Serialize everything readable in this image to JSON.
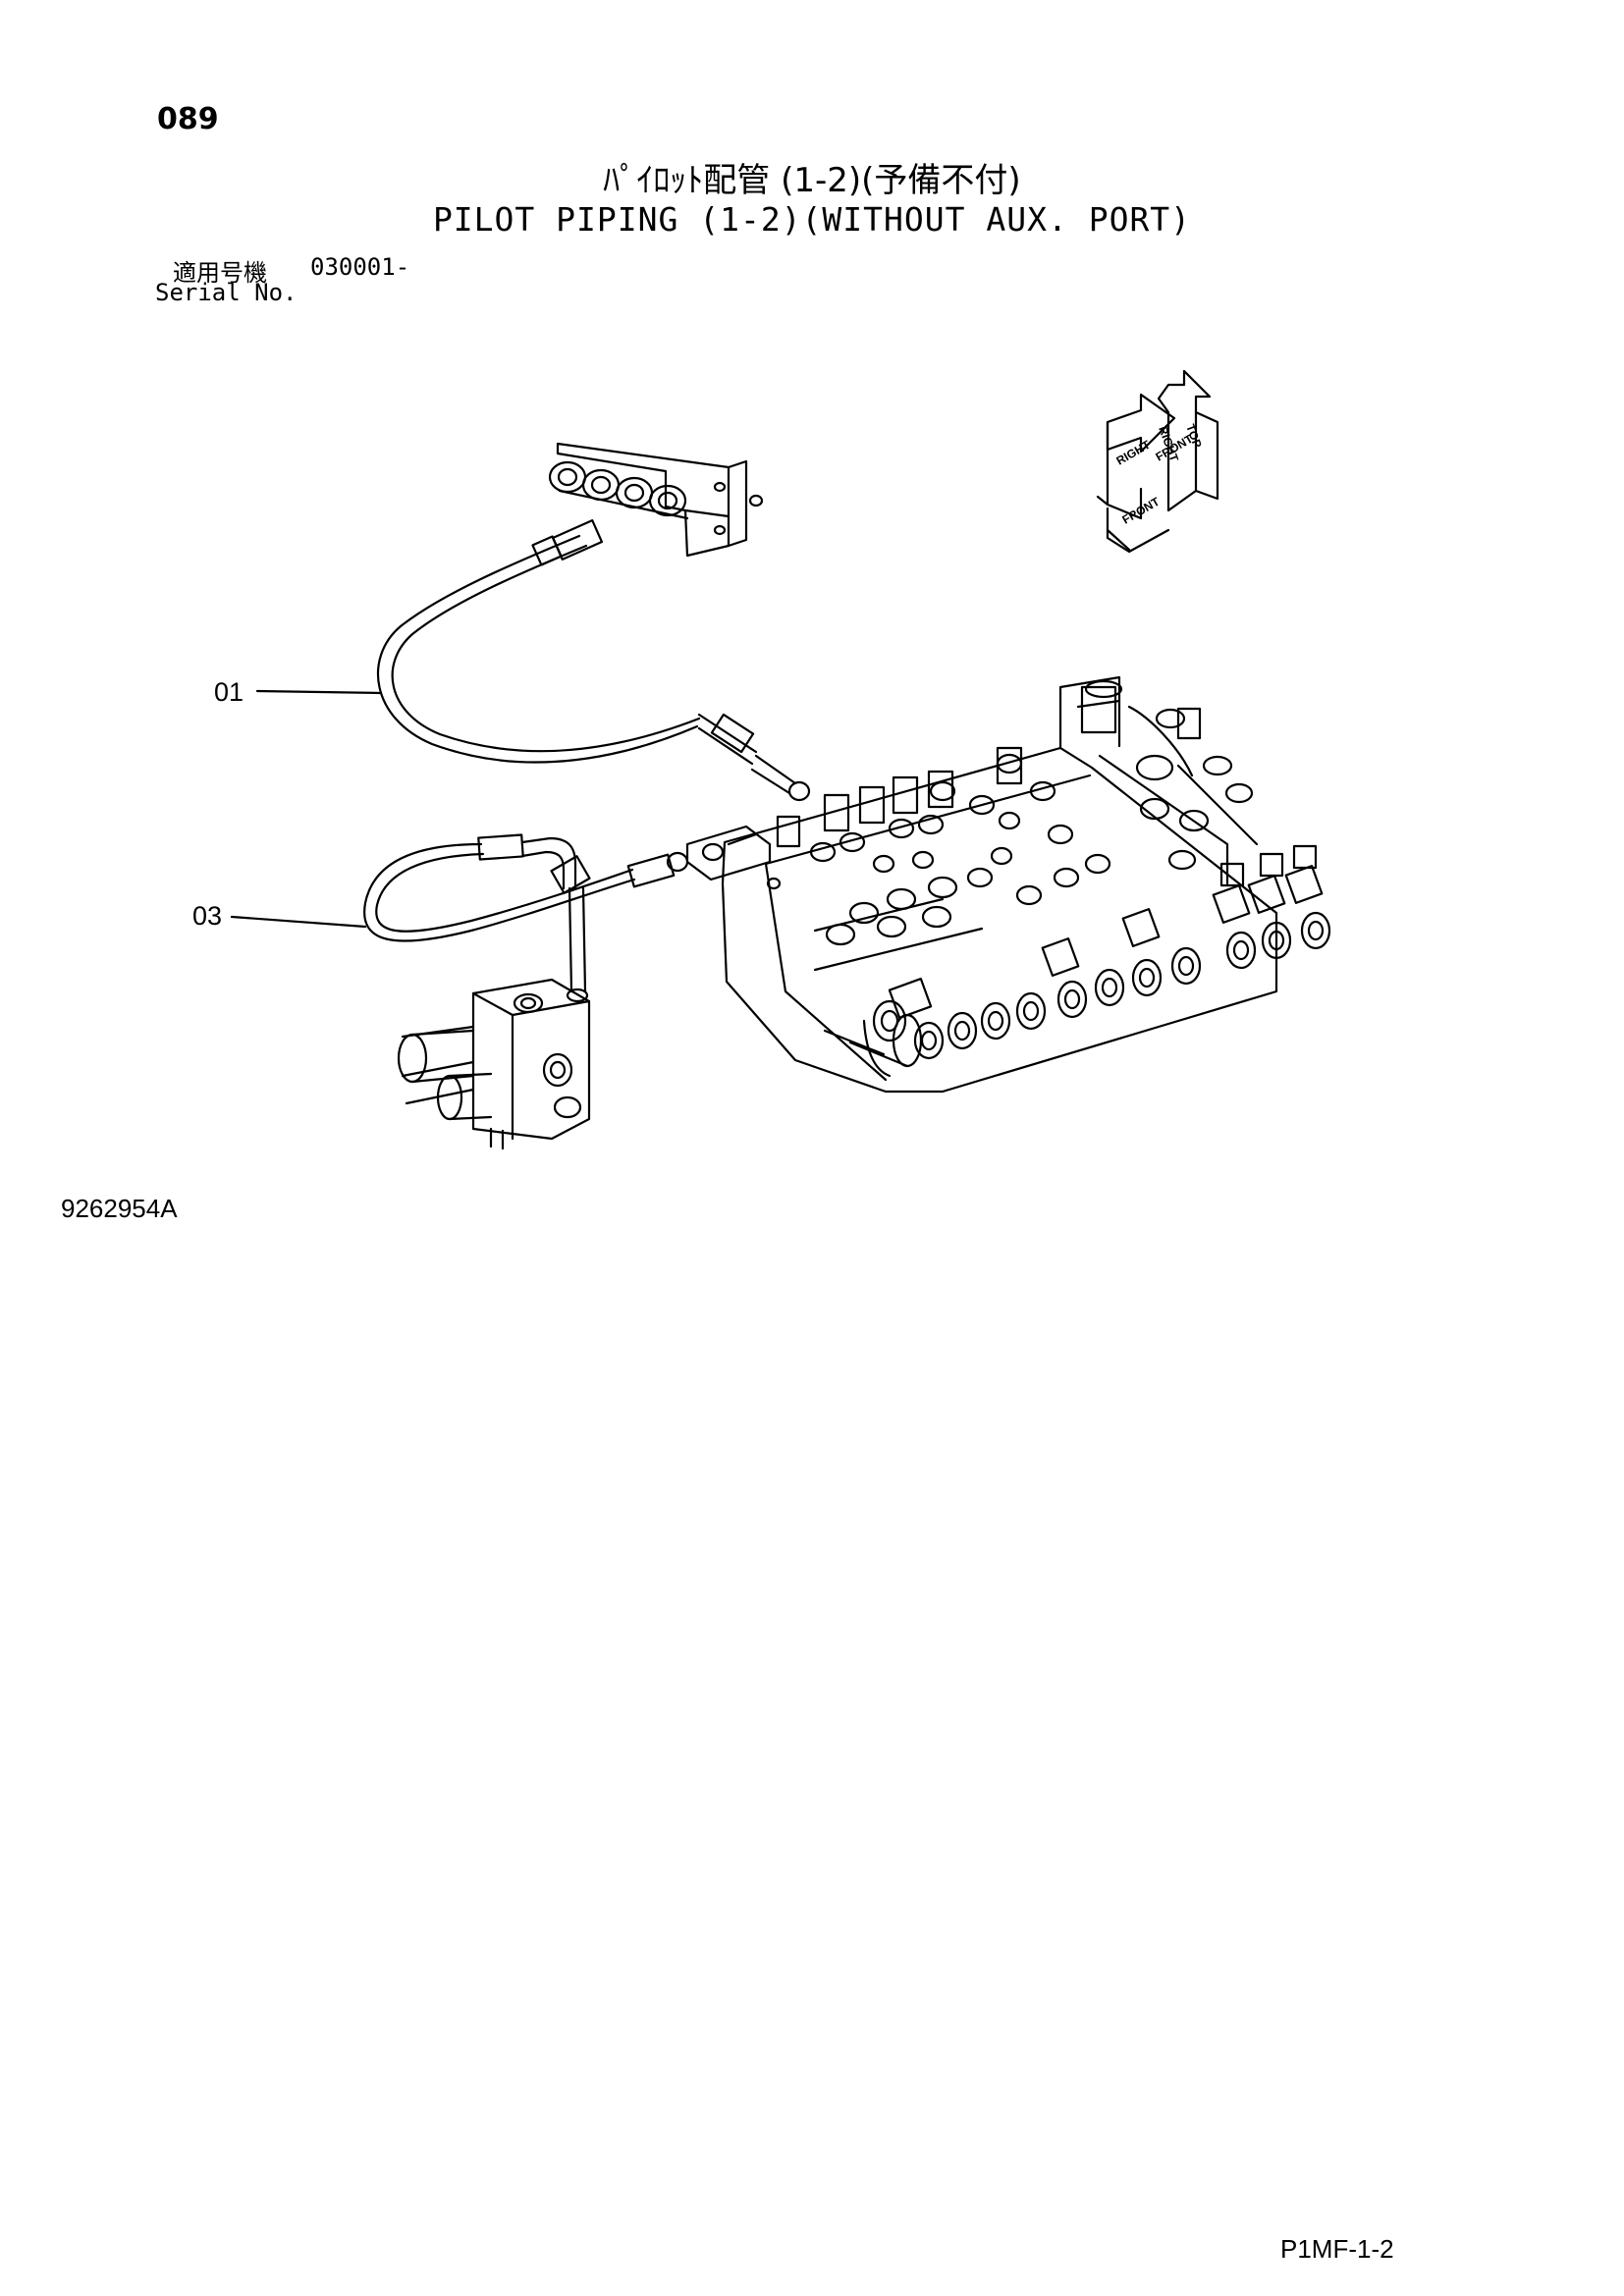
{
  "header": {
    "page_number": "089",
    "title_ja": "ﾊﾟｲﾛｯﾄ配管 (1-2)(予備不付)",
    "title_en": "PILOT PIPING (1-2)(WITHOUT AUX. PORT)"
  },
  "applicability": {
    "label_ja": "適用号機",
    "serial_from": "030001-",
    "label_en": "Serial No."
  },
  "orientation_indicator": {
    "labels": [
      "TOP",
      "RIGHT",
      "FRONT",
      "RIGHT",
      "FRONT"
    ]
  },
  "callouts": [
    "01",
    "03"
  ],
  "footer": {
    "drawing_number": "9262954A",
    "sheet_code": "P1MF-1-2"
  }
}
